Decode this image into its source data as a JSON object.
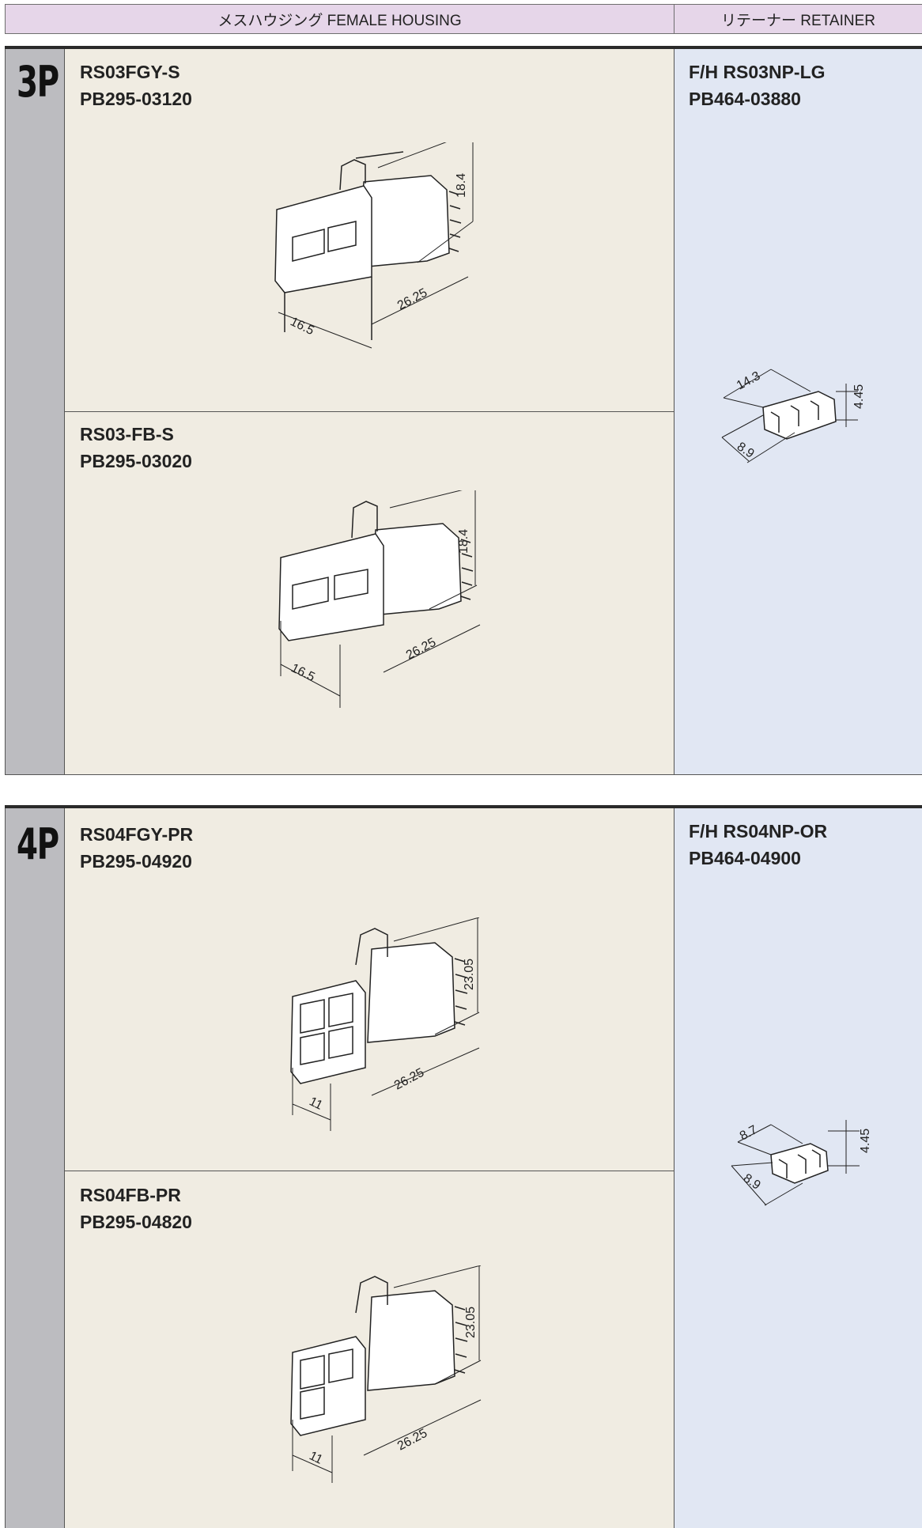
{
  "header": {
    "female_housing": "メスハウジング  FEMALE HOUSING",
    "retainer": "リテーナー   RETAINER"
  },
  "sections": [
    {
      "pole": "3P",
      "housings": [
        {
          "name": "RS03FGY-S",
          "part": "PB295-03120",
          "dims": {
            "height": "18.4",
            "length": "26.25",
            "width": "16.5"
          }
        },
        {
          "name": "RS03-FB-S",
          "part": "PB295-03020",
          "dims": {
            "height": "18.4",
            "length": "26.25",
            "width": "16.5"
          }
        }
      ],
      "retainer": {
        "name": "F/H RS03NP-LG",
        "part": "PB464-03880",
        "dims": {
          "top": "14.3",
          "side": "4.45",
          "bottom": "8.9"
        }
      }
    },
    {
      "pole": "4P",
      "housings": [
        {
          "name": "RS04FGY-PR",
          "part": "PB295-04920",
          "dims": {
            "height": "23.05",
            "length": "26.25",
            "width": "11"
          }
        },
        {
          "name": "RS04FB-PR",
          "part": "PB295-04820",
          "dims": {
            "height": "23.05",
            "length": "26.25",
            "width": "11"
          }
        }
      ],
      "retainer": {
        "name": "F/H RS04NP-OR",
        "part": "PB464-04900",
        "dims": {
          "top": "8.7",
          "side": "4.45",
          "bottom": "8.9"
        }
      }
    }
  ]
}
